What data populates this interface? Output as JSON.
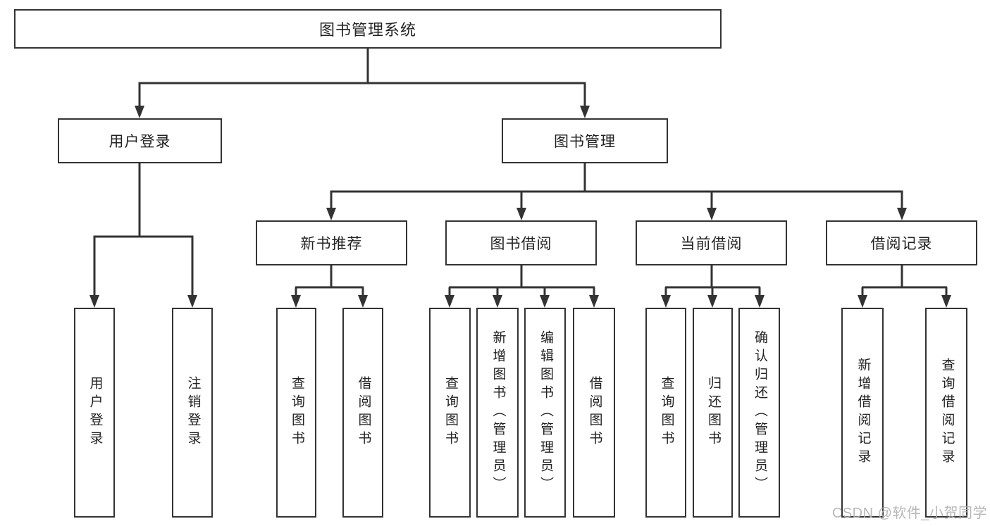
{
  "title": {
    "label": "图书管理系统"
  },
  "nodes": {
    "user_login": "用户登录",
    "book_management": "图书管理",
    "new_book_recommend": "新书推荐",
    "book_borrow": "图书借阅",
    "current_borrow": "当前借阅",
    "borrow_records": "借阅记录"
  },
  "leaves": {
    "user_login": [
      "用户登录",
      "注销登录"
    ],
    "new_book_recommend": [
      "查询图书",
      "借阅图书"
    ],
    "book_borrow": [
      "查询图书",
      "新增图书（管理员）",
      "编辑图书（管理员）",
      "借阅图书"
    ],
    "current_borrow": [
      "查询图书",
      "归还图书",
      "确认归还（管理员）"
    ],
    "borrow_records": [
      "新增借阅记录",
      "查询借阅记录"
    ]
  },
  "colors": {
    "line": "#333333",
    "text": "#222222",
    "background": "#ffffff",
    "watermark": "#b0b0b0"
  },
  "watermark": "CSDN @软件_小贺同学"
}
